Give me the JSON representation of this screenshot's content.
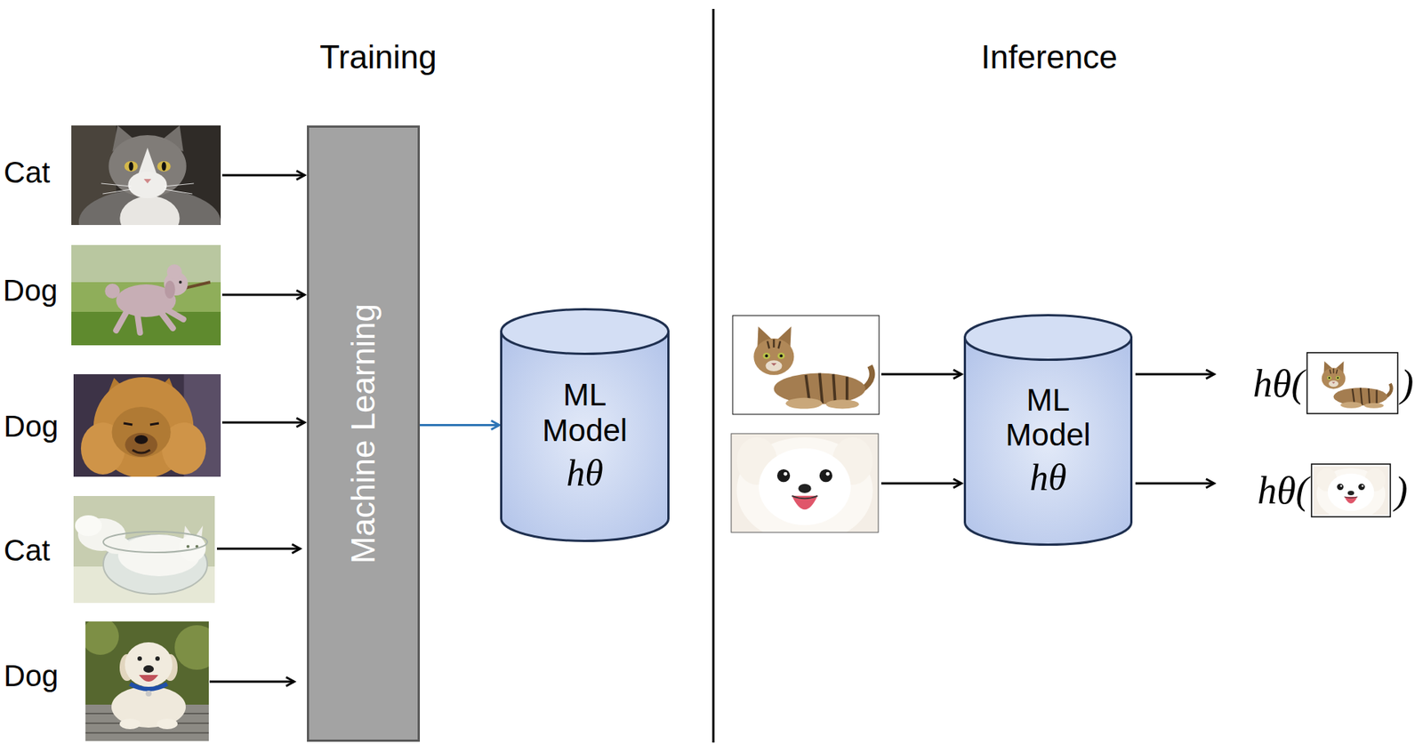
{
  "diagram": {
    "nodes": [
      {
        "text": [
          "Machine Learning"
        ]
      },
      {
        "text": [
          "ML Model",
          "hθ"
        ]
      },
      {
        "text": [
          "ML Model",
          "hθ"
        ]
      }
    ],
    "edges": [
      {
        "from": 0,
        "to": 1,
        "arrow": "to"
      }
    ],
    "labels": [
      "Training",
      "Inference",
      "Cat",
      "Dog",
      "Dog",
      "Cat",
      "Dog",
      "hθ(",
      ")",
      "hθ(",
      ")"
    ]
  }
}
